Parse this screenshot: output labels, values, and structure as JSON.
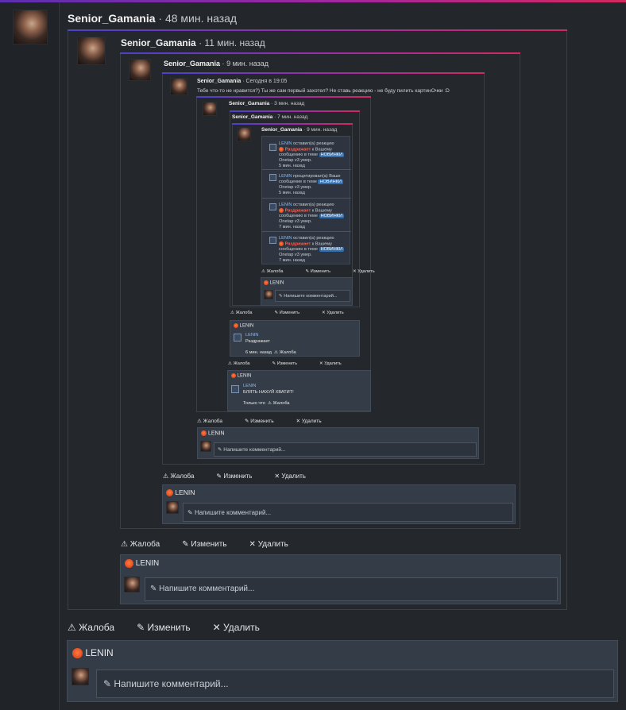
{
  "top_comment": {
    "author": "Senior_Gamania",
    "time": "48 мин. назад"
  },
  "level2": {
    "author": "Senior_Gamania",
    "time": "11 мин. назад"
  },
  "level3": {
    "author": "Senior_Gamania",
    "time": "9 мин. назад"
  },
  "level4": {
    "author": "Senior_Gamania",
    "time": "Сегодня в 19:05",
    "text": "Тебе что-то не нравится?) Ты же сам первый захотел? Не ставь реакцию - не буду пилить картинОчки :D"
  },
  "level5": {
    "author": "Senior_Gamania",
    "time": "3 мин. назад"
  },
  "level6": {
    "author": "Senior_Gamania",
    "time": "7 мин. назад"
  },
  "level7": {
    "author": "Senior_Gamania",
    "time": "9 мин. назад"
  },
  "notifications": [
    {
      "user": "LENIN",
      "action": "оставил(а) реакцию",
      "reaction": "Раздражает",
      "tail": "к Вашему сообщению в теме",
      "tag": "НОВИНКИ",
      "sub": "Onetap v3 умер.",
      "time": "5 мин. назад"
    },
    {
      "user": "LENIN",
      "action": "процитировал(а) Ваше сообщение в теме",
      "reaction": "",
      "tail": "",
      "tag": "НОВИНКИ",
      "sub": "Onetap v3 умер.",
      "time": "5 мин. назад"
    },
    {
      "user": "LENIN",
      "action": "оставил(а) реакцию",
      "reaction": "Раздражает",
      "tail": "к Вашему сообщению в теме",
      "tag": "НОВИНКИ",
      "sub": "Onetap v3 умер.",
      "time": "7 мин. назад"
    },
    {
      "user": "LENIN",
      "action": "оставил(а) реакцию",
      "reaction": "Раздражает",
      "tail": "к Вашему сообщению в теме",
      "tag": "НОВИНКИ",
      "sub": "Onetap v3 умер.",
      "time": "7 мин. назад"
    }
  ],
  "actions": {
    "report": "Жалоба",
    "edit": "Изменить",
    "delete": "Удалить"
  },
  "reaction_user": "LENIN",
  "comment_placeholder": "Напишите комментарий...",
  "reply_a": {
    "user": "LENIN",
    "text": "Раздражает",
    "time": "6 мин. назад",
    "report": "Жалоба"
  },
  "reply_b": {
    "user": "LENIN",
    "text": "БЛЯТЬ НАХУЙ ХВАТИТ!",
    "time": "Только что",
    "report": "Жалоба"
  },
  "icons": [
    "warning-icon",
    "pencil-icon",
    "close-icon",
    "angry-emoji-icon"
  ],
  "colors": {
    "background": "#23262b",
    "accent_start": "#4a43c9",
    "accent_end": "#cf2a5e",
    "panel": "#343c47"
  }
}
